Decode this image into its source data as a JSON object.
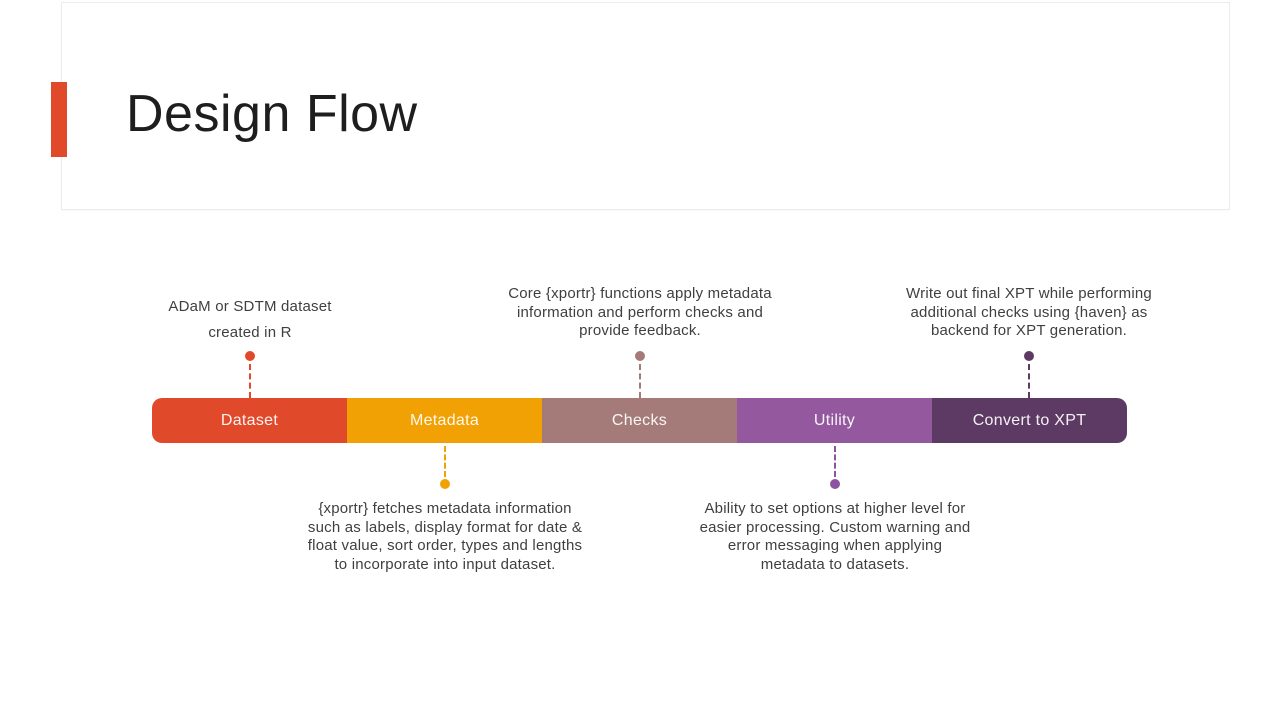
{
  "slide": {
    "title": "Design Flow",
    "background_color": "#FFFFFF",
    "accent_color": "#E04A2B"
  },
  "flow": {
    "segments": [
      {
        "label": "Dataset",
        "color": "#E04A2B"
      },
      {
        "label": "Metadata",
        "color": "#F2A104"
      },
      {
        "label": "Checks",
        "color": "#A47B79"
      },
      {
        "label": "Utility",
        "color": "#94589F"
      },
      {
        "label": "Convert to XPT",
        "color": "#5D3A64"
      }
    ],
    "annotations": [
      {
        "anchor": "Dataset",
        "side": "top",
        "dot_color": "#E04A2B",
        "lines": [
          "ADaM or SDTM dataset",
          "created in R"
        ]
      },
      {
        "anchor": "Checks",
        "side": "top",
        "dot_color": "#A47B79",
        "lines": [
          "Core {xportr} functions apply metadata",
          "information and perform checks and",
          "provide feedback."
        ]
      },
      {
        "anchor": "Convert to XPT",
        "side": "top",
        "dot_color": "#5D3A64",
        "lines": [
          "Write out final XPT while performing",
          "additional checks using {haven} as",
          "backend for XPT generation."
        ]
      },
      {
        "anchor": "Metadata",
        "side": "bottom",
        "dot_color": "#F2A104",
        "lines": [
          "{xportr} fetches metadata information",
          "such as labels, display format for date &",
          "float value, sort order, types and lengths",
          "to incorporate into input dataset."
        ]
      },
      {
        "anchor": "Utility",
        "side": "bottom",
        "dot_color": "#8E53A0",
        "lines": [
          "Ability to set options at higher level for",
          "easier processing. Custom warning and",
          "error messaging when applying",
          "metadata to datasets."
        ]
      }
    ]
  }
}
